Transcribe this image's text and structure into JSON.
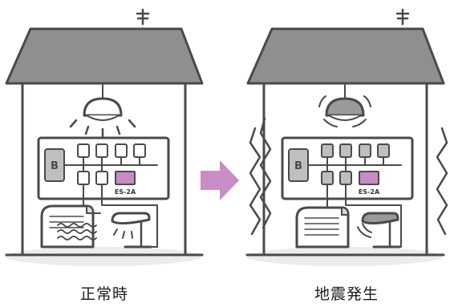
{
  "module_label": "ES-2A",
  "breaker_main_label": "B",
  "captions": {
    "normal": "正常時",
    "earthquake": "地震発生"
  },
  "colors": {
    "roof": "#8f8f8f",
    "wall": "#ffffff",
    "outline": "#4a4a4a",
    "ground": "#ececec",
    "module": "#c68bc2",
    "arrow": "#c98dc6",
    "light_on": "#ffffff",
    "light_off": "#9a9a9a"
  },
  "icons": [
    "antenna-icon",
    "ceiling-lamp-icon",
    "breaker-panel-icon",
    "heater-icon",
    "desk-lamp-icon",
    "arrow-right-icon",
    "shake-lines-icon"
  ]
}
